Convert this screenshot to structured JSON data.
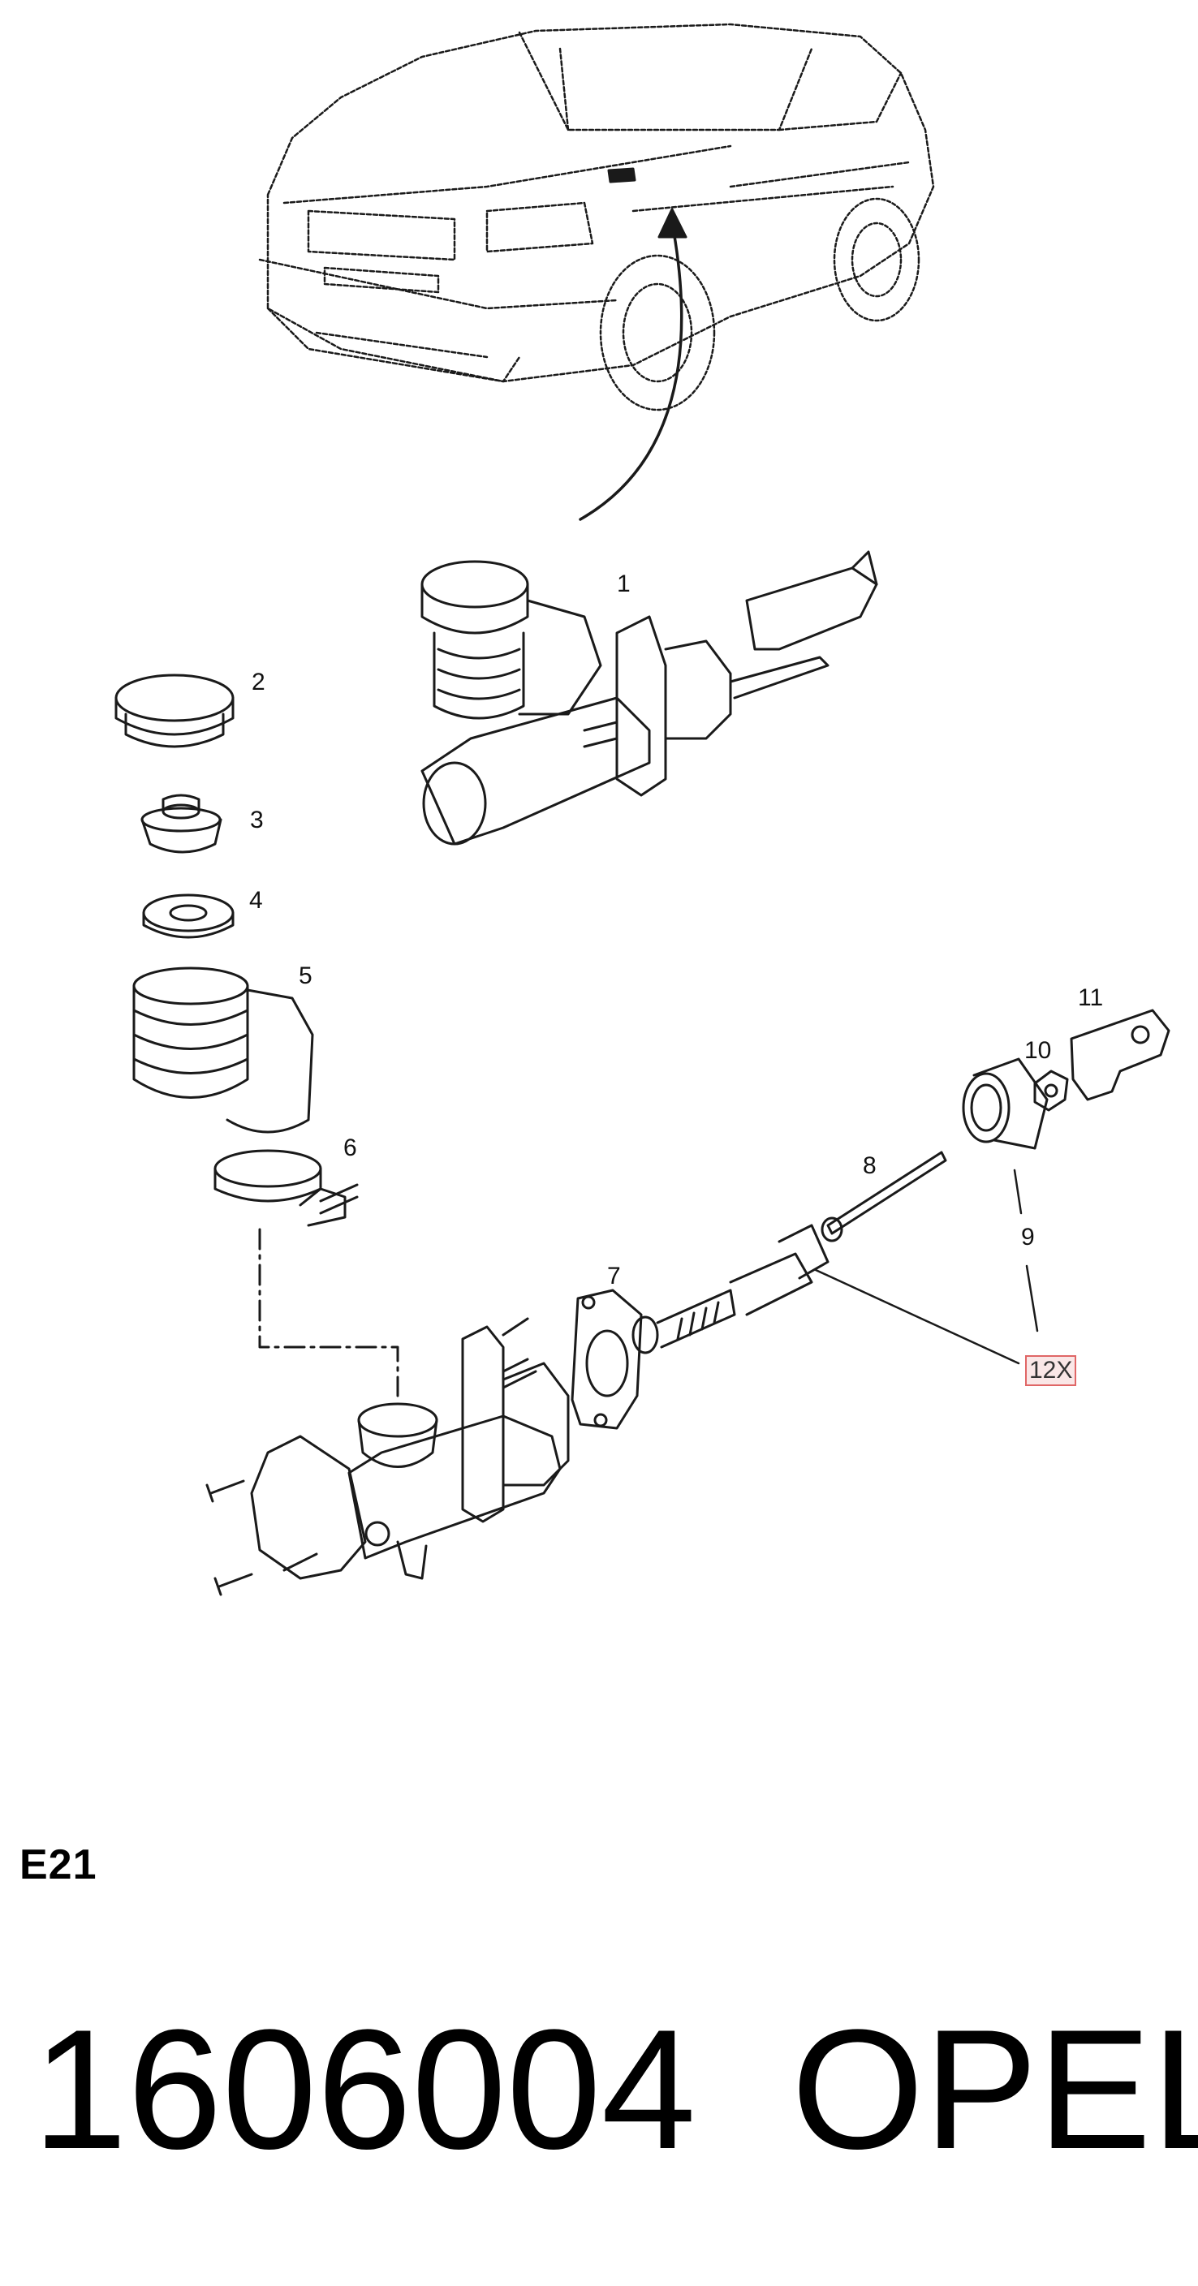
{
  "diagram": {
    "callouts": {
      "c1": "1",
      "c2": "2",
      "c3": "3",
      "c4": "4",
      "c5": "5",
      "c6": "6",
      "c7": "7",
      "c8": "8",
      "c9": "9",
      "c10": "10",
      "c11": "11",
      "c12": "12X"
    }
  },
  "footer": {
    "section_code": "E21",
    "part_number": "1606004",
    "brand": "OPEL"
  },
  "colors": {
    "line": "#1a1a1a",
    "highlight_border": "#e06666"
  }
}
